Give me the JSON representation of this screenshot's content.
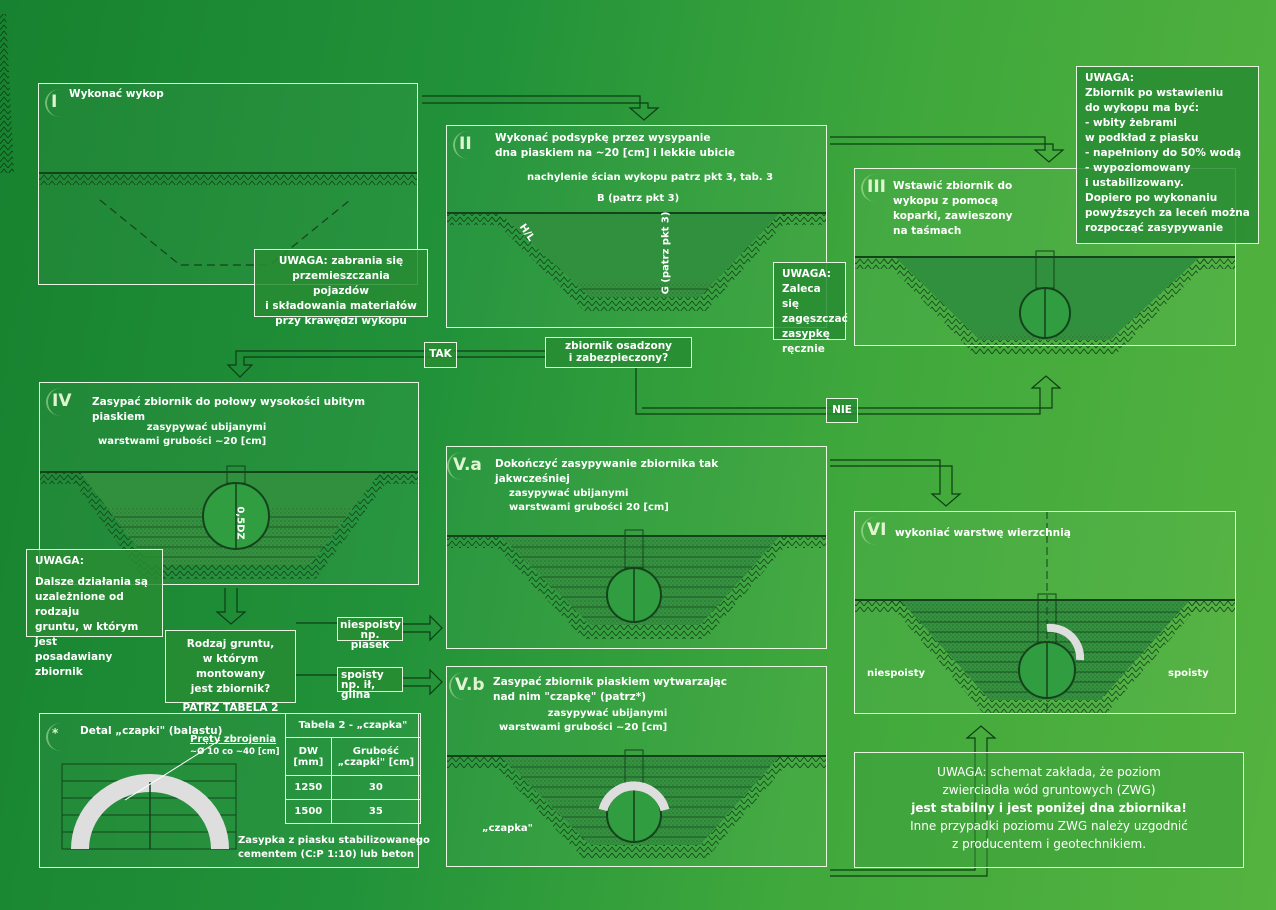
{
  "step1": {
    "num": "I",
    "title": "Wykonać wykop",
    "note": [
      "UWAGA: zabrania się",
      "przemieszczania pojazdów",
      "i składowania materiałów",
      "przy krawędzi wykopu"
    ]
  },
  "step2": {
    "num": "II",
    "title": [
      "Wykonać podsypkę przez wysypanie",
      "dna piaskiem na ~20 [cm] i lekkie ubicie"
    ],
    "slope": "nachylenie ścian wykopu patrz pkt 3, tab. 3",
    "b": "B (patrz pkt 3)",
    "g": "G (patrz pkt 3)",
    "hl": "H/L",
    "note": [
      "UWAGA:",
      "Zaleca się",
      "zagęszczać",
      "zasypkę",
      "ręcznie"
    ]
  },
  "step3": {
    "num": "III",
    "title": [
      "Wstawić zbiornik do",
      "wykopu z pomocą",
      "koparki, zawieszony",
      "na taśmach"
    ],
    "note": [
      "UWAGA:",
      "Zbiornik po wstawieniu",
      "do wykopu ma być:",
      "- wbity żebrami",
      "w podkład z piasku",
      "- napełniony do 50% wodą",
      "-  wypoziomowany",
      "i ustabilizowany.",
      "Dopiero po wykonaniu",
      "powyższych za leceń można",
      "rozpocząć zasypywanie"
    ]
  },
  "decision": {
    "text": [
      "zbiornik osadzony",
      "i zabezpieczony?"
    ],
    "yes": "TAK",
    "no": "NIE"
  },
  "step4": {
    "num": "IV",
    "title": "Zasypać zbiornik do połowy wysokości ubitym piaskiem",
    "layers": [
      "zasypywać ubijanymi",
      "warstwami grubości ~20 [cm]"
    ],
    "dim": "0,5DZ",
    "note": [
      "UWAGA:",
      "Dalsze działania są",
      "uzależnione od rodzaju",
      "gruntu, w którym jest",
      "posadawiany zbiornik"
    ]
  },
  "soil": {
    "question": [
      "Rodzaj gruntu,",
      "w którym montowany",
      "jest zbiornik?"
    ],
    "ref": "PATRZ TABELA 2",
    "loose": [
      "niespoisty",
      "np. piasek"
    ],
    "cohesive": [
      "spoisty",
      "np. ił, glina"
    ]
  },
  "step5a": {
    "num": "V.a",
    "title": [
      "Dokończyć zasypywanie zbiornika tak",
      "jakwcześniej"
    ],
    "layers": [
      "zasypywać ubijanymi",
      "warstwami grubości 20 [cm]"
    ]
  },
  "step5b": {
    "num": "V.b",
    "title": [
      "Zasypać zbiornik piaskiem wytwarzając",
      "nad nim \"czapkę\" (patrz*)"
    ],
    "layers": [
      "zasypywać ubijanymi",
      "warstwami grubości ~20 [cm]"
    ],
    "cap": "„czapka\""
  },
  "step6": {
    "num": "VI",
    "title": "wykoniać warstwę wierzchnią",
    "left": "niespoisty",
    "right": "spoisty"
  },
  "detail": {
    "num": "*",
    "title": "Detal „czapki\" (balastu)",
    "rebar": [
      "Pręty zbrojenia",
      "~Ø 10 co ~40 [cm]"
    ],
    "fill": [
      "Zasypka z piasku stabilizowanego",
      "cementem (C:P 1:10) lub beton"
    ],
    "table": {
      "title": "Tabela 2 - „czapka\"",
      "headers": [
        "DW [mm]",
        "Grubość „czapki\" [cm]"
      ],
      "rows": [
        [
          "1250",
          "30"
        ],
        [
          "1500",
          "35"
        ]
      ]
    }
  },
  "footer": {
    "lines": [
      "UWAGA: schemat zakłada, że poziom",
      "zwierciadła wód gruntowych (ZWG)"
    ],
    "bold": "jest stabilny i jest poniżej dna zbiornika!",
    "lines2": [
      "Inne przypadki poziomu ZWG należy uzgodnić",
      "z producentem i geotechnikiem."
    ]
  },
  "colors": {
    "line": "#0d3d14",
    "frame": "#e8f5e0"
  }
}
